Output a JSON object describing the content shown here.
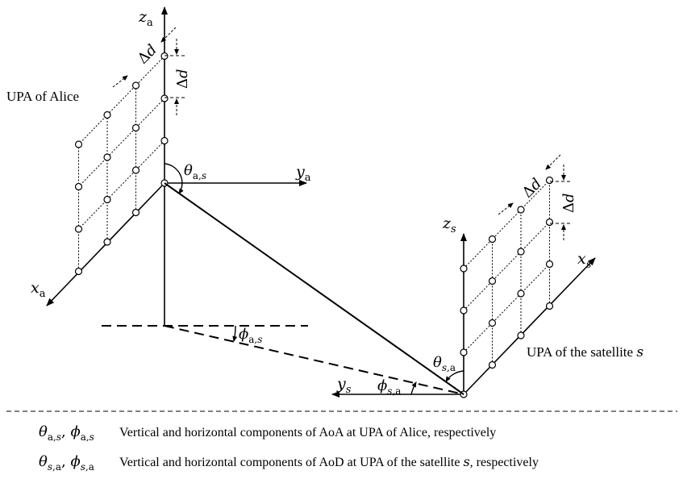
{
  "diagram": {
    "labels": {
      "alice_array": "UPA  of Alice",
      "satellite_array": "UPA  of the satellite ",
      "satellite_s": "s"
    },
    "axes": {
      "z_a": {
        "base": "z",
        "sub": "a"
      },
      "y_a": {
        "base": "y",
        "sub": "a"
      },
      "x_a": {
        "base": "x",
        "sub": "a"
      },
      "z_s": {
        "base": "z",
        "sub": "s"
      },
      "x_s": {
        "base": "x",
        "sub": "s"
      },
      "y_s": {
        "base": "y",
        "sub": "s"
      }
    },
    "angles": {
      "theta_as": {
        "base": "θ",
        "sub": "a,",
        "sub_italic": "s"
      },
      "phi_as": {
        "base": "ϕ",
        "sub": "a,",
        "sub_italic": "s"
      },
      "theta_sa": {
        "base": "θ",
        "sub_italic": "s",
        "sub": ",a"
      },
      "phi_sa": {
        "base": "ϕ",
        "sub_italic": "s",
        "sub": ",a"
      }
    },
    "spacing": {
      "delta": "Δ",
      "d": "d"
    }
  },
  "legend": [
    {
      "symbols": "θa,s, ϕa,s",
      "text": "Vertical and horizontal components of AoA at UPA of Alice, respectively"
    },
    {
      "symbols": "θs,a, ϕs,a",
      "text_before": "Vertical and horizontal components of AoD at UPA of the satellite ",
      "text_italic": "s",
      "text_after": ", respectively"
    }
  ]
}
